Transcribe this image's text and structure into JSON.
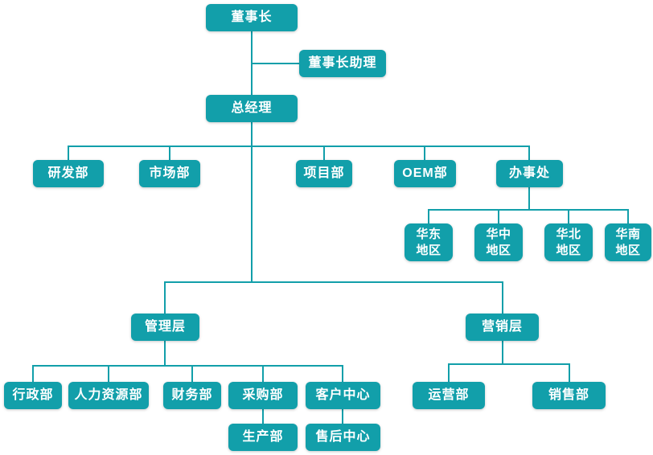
{
  "colors": {
    "node_fill": "#129faa",
    "node_text": "#ffffff",
    "connector": "#129faa",
    "background": "#ffffff"
  },
  "diagram": {
    "type": "org-chart",
    "nodes": {
      "chairman": {
        "label": "董事长",
        "parent": null
      },
      "chairman_assistant": {
        "label": "董事长助理",
        "parent": "chairman"
      },
      "general_manager": {
        "label": "总经理",
        "parent": "chairman"
      },
      "rnd_dept": {
        "label": "研发部",
        "parent": "general_manager"
      },
      "marketing_dept": {
        "label": "市场部",
        "parent": "general_manager"
      },
      "project_dept": {
        "label": "项目部",
        "parent": "general_manager"
      },
      "oem_dept": {
        "label": "OEM部",
        "parent": "general_manager"
      },
      "branch_office": {
        "label": "办事处",
        "parent": "general_manager"
      },
      "east_china": {
        "label": "华东\n地区",
        "parent": "branch_office"
      },
      "central_china": {
        "label": "华中\n地区",
        "parent": "branch_office"
      },
      "north_china": {
        "label": "华北\n地区",
        "parent": "branch_office"
      },
      "south_china": {
        "label": "华南\n地区",
        "parent": "branch_office"
      },
      "management_layer": {
        "label": "管理层",
        "parent": "general_manager"
      },
      "sales_layer": {
        "label": "营销层",
        "parent": "general_manager"
      },
      "admin_dept": {
        "label": "行政部",
        "parent": "management_layer"
      },
      "hr_dept": {
        "label": "人力资源部",
        "parent": "management_layer"
      },
      "finance_dept": {
        "label": "财务部",
        "parent": "management_layer"
      },
      "purchasing_dept": {
        "label": "采购部",
        "parent": "management_layer"
      },
      "customer_center": {
        "label": "客户中心",
        "parent": "management_layer"
      },
      "production_dept": {
        "label": "生产部",
        "parent": "purchasing_dept"
      },
      "after_sales_center": {
        "label": "售后中心",
        "parent": "customer_center"
      },
      "operations_dept": {
        "label": "运营部",
        "parent": "sales_layer"
      },
      "sales_dept": {
        "label": "销售部",
        "parent": "sales_layer"
      }
    }
  }
}
